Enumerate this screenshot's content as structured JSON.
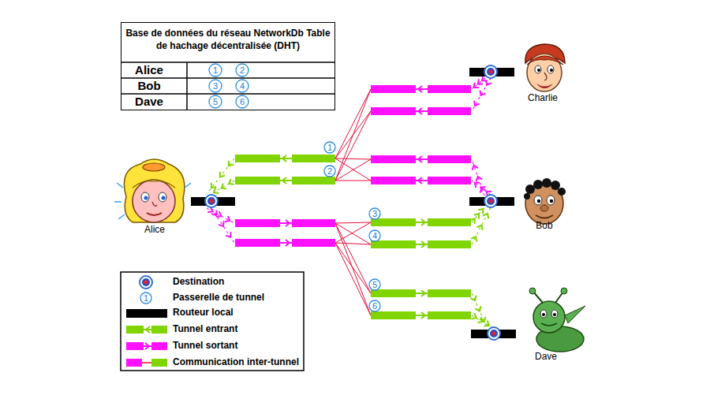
{
  "diagram": {
    "nodes": [
      {
        "text": [
          "Base de données du réseau NetworkDb Table de hachage décentralisée (DHT)"
        ]
      }
    ],
    "labels": [
      "Alice",
      "1",
      "2",
      "Bob",
      "3",
      "4",
      "Dave",
      "5",
      "6",
      "1",
      "2",
      "3",
      "4",
      "5",
      "6",
      "Charlie",
      "Alice",
      "Bob",
      "Dave",
      "1"
    ],
    "legend": [
      {
        "text": "Destination"
      },
      {
        "text": "Passerelle de tunnel"
      },
      {
        "text": "Routeur local",
        "color": "#000000"
      },
      {
        "text": "Tunnel entrant"
      },
      {
        "text": "Tunnel sortant"
      },
      {
        "text": "Communication inter-tunnel"
      }
    ]
  }
}
